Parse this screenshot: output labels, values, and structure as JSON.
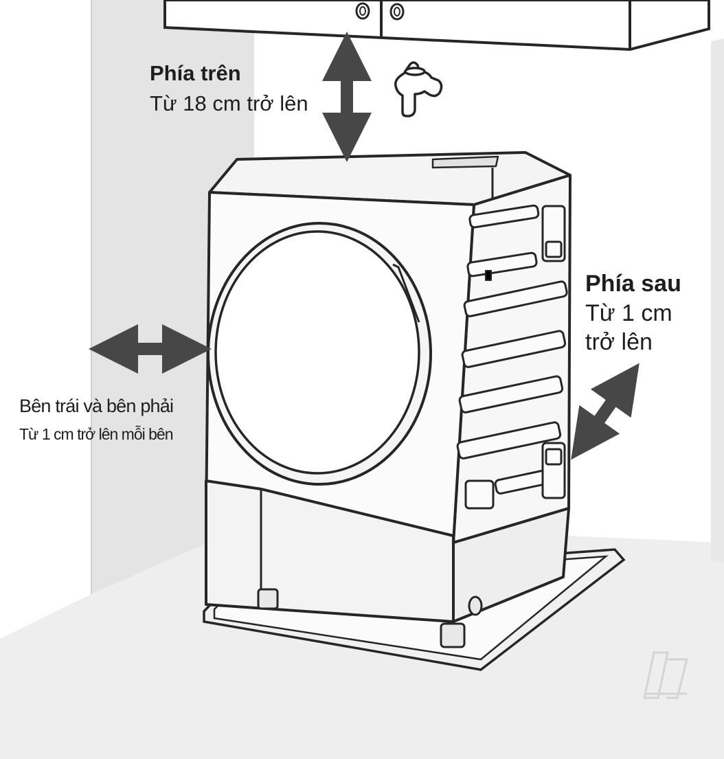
{
  "labels": {
    "top": {
      "heading": "Phía trên",
      "value": "Từ 18 cm trở lên"
    },
    "back": {
      "heading": "Phía sau",
      "value_line1": "Từ 1 cm",
      "value_line2": "trở lên"
    },
    "sides": {
      "heading": "Bên trái và bên phải",
      "value": "Từ 1 cm trở lên mỗi bên"
    }
  },
  "icons": {
    "tap": "water-tap-icon",
    "watermark": "logo-watermark",
    "top_arrow": "vertical-double-arrow-icon",
    "side_arrow": "horizontal-double-arrow-icon",
    "back_arrow": "diagonal-double-arrow-icon"
  },
  "colors": {
    "background": "#ffffff",
    "wall_shade": "#e4e4e4",
    "floor": "#eeeeee",
    "machine_body": "#f6f6f6",
    "outline": "#262626",
    "arrow": "#474747",
    "text": "#1e1e1e"
  }
}
